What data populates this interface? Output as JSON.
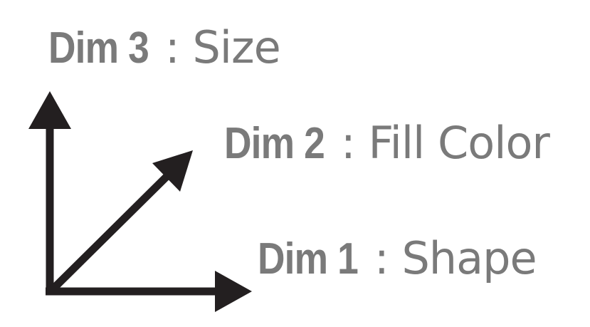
{
  "axes": [
    {
      "id": "dim3",
      "dim_label": "Dim 3",
      "separator": ":",
      "name": "Size",
      "direction": "vertical"
    },
    {
      "id": "dim2",
      "dim_label": "Dim 2",
      "separator": ":",
      "name": "Fill Color",
      "direction": "diagonal"
    },
    {
      "id": "dim1",
      "dim_label": "Dim 1",
      "separator": ":",
      "name": "Shape",
      "direction": "horizontal"
    }
  ],
  "colors": {
    "arrow": "#231f20",
    "text": "#7a7a7a"
  }
}
